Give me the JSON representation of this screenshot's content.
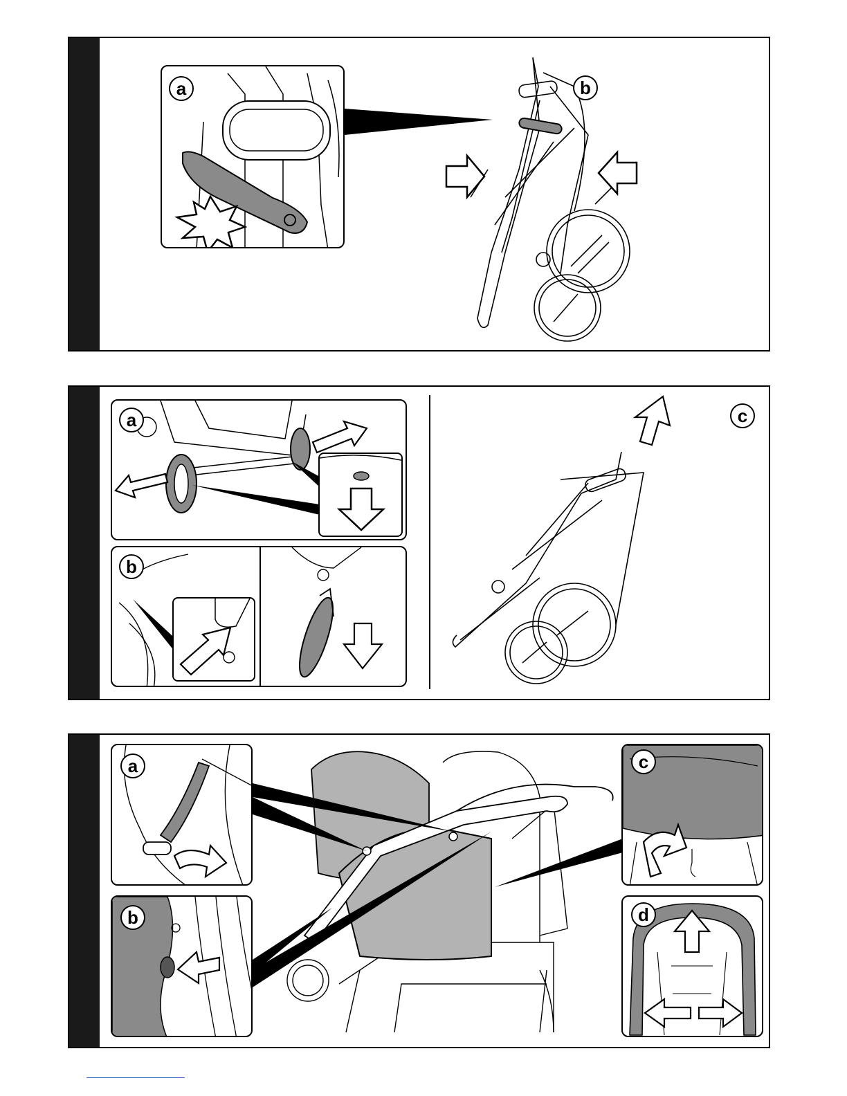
{
  "steps": [
    {
      "labels": {
        "a": "a",
        "b": "b"
      },
      "icons": [
        "star-burst-icon",
        "arrow-right-icon",
        "arrow-left-icon"
      ]
    },
    {
      "labels": {
        "a": "a",
        "b": "b",
        "c": "c"
      },
      "icons": [
        "arrow-up-right-icon",
        "arrow-down-left-icon",
        "arrow-down-icon",
        "arrow-up-right-icon",
        "arrow-up-icon"
      ]
    },
    {
      "labels": {
        "a": "a",
        "b": "b",
        "c": "c",
        "d": "d"
      },
      "icons": [
        "curved-arrow-icon",
        "arrow-left-icon",
        "curved-arrow-down-icon",
        "arrow-up-icon",
        "arrow-left-icon",
        "arrow-right-icon"
      ]
    }
  ],
  "colors": {
    "ink": "#000000",
    "part_gray": "#8a8a8a",
    "fabric_gray": "#b3b3b3",
    "sidebar": "#1a1a1a",
    "footer_line": "#4a6fd0"
  }
}
